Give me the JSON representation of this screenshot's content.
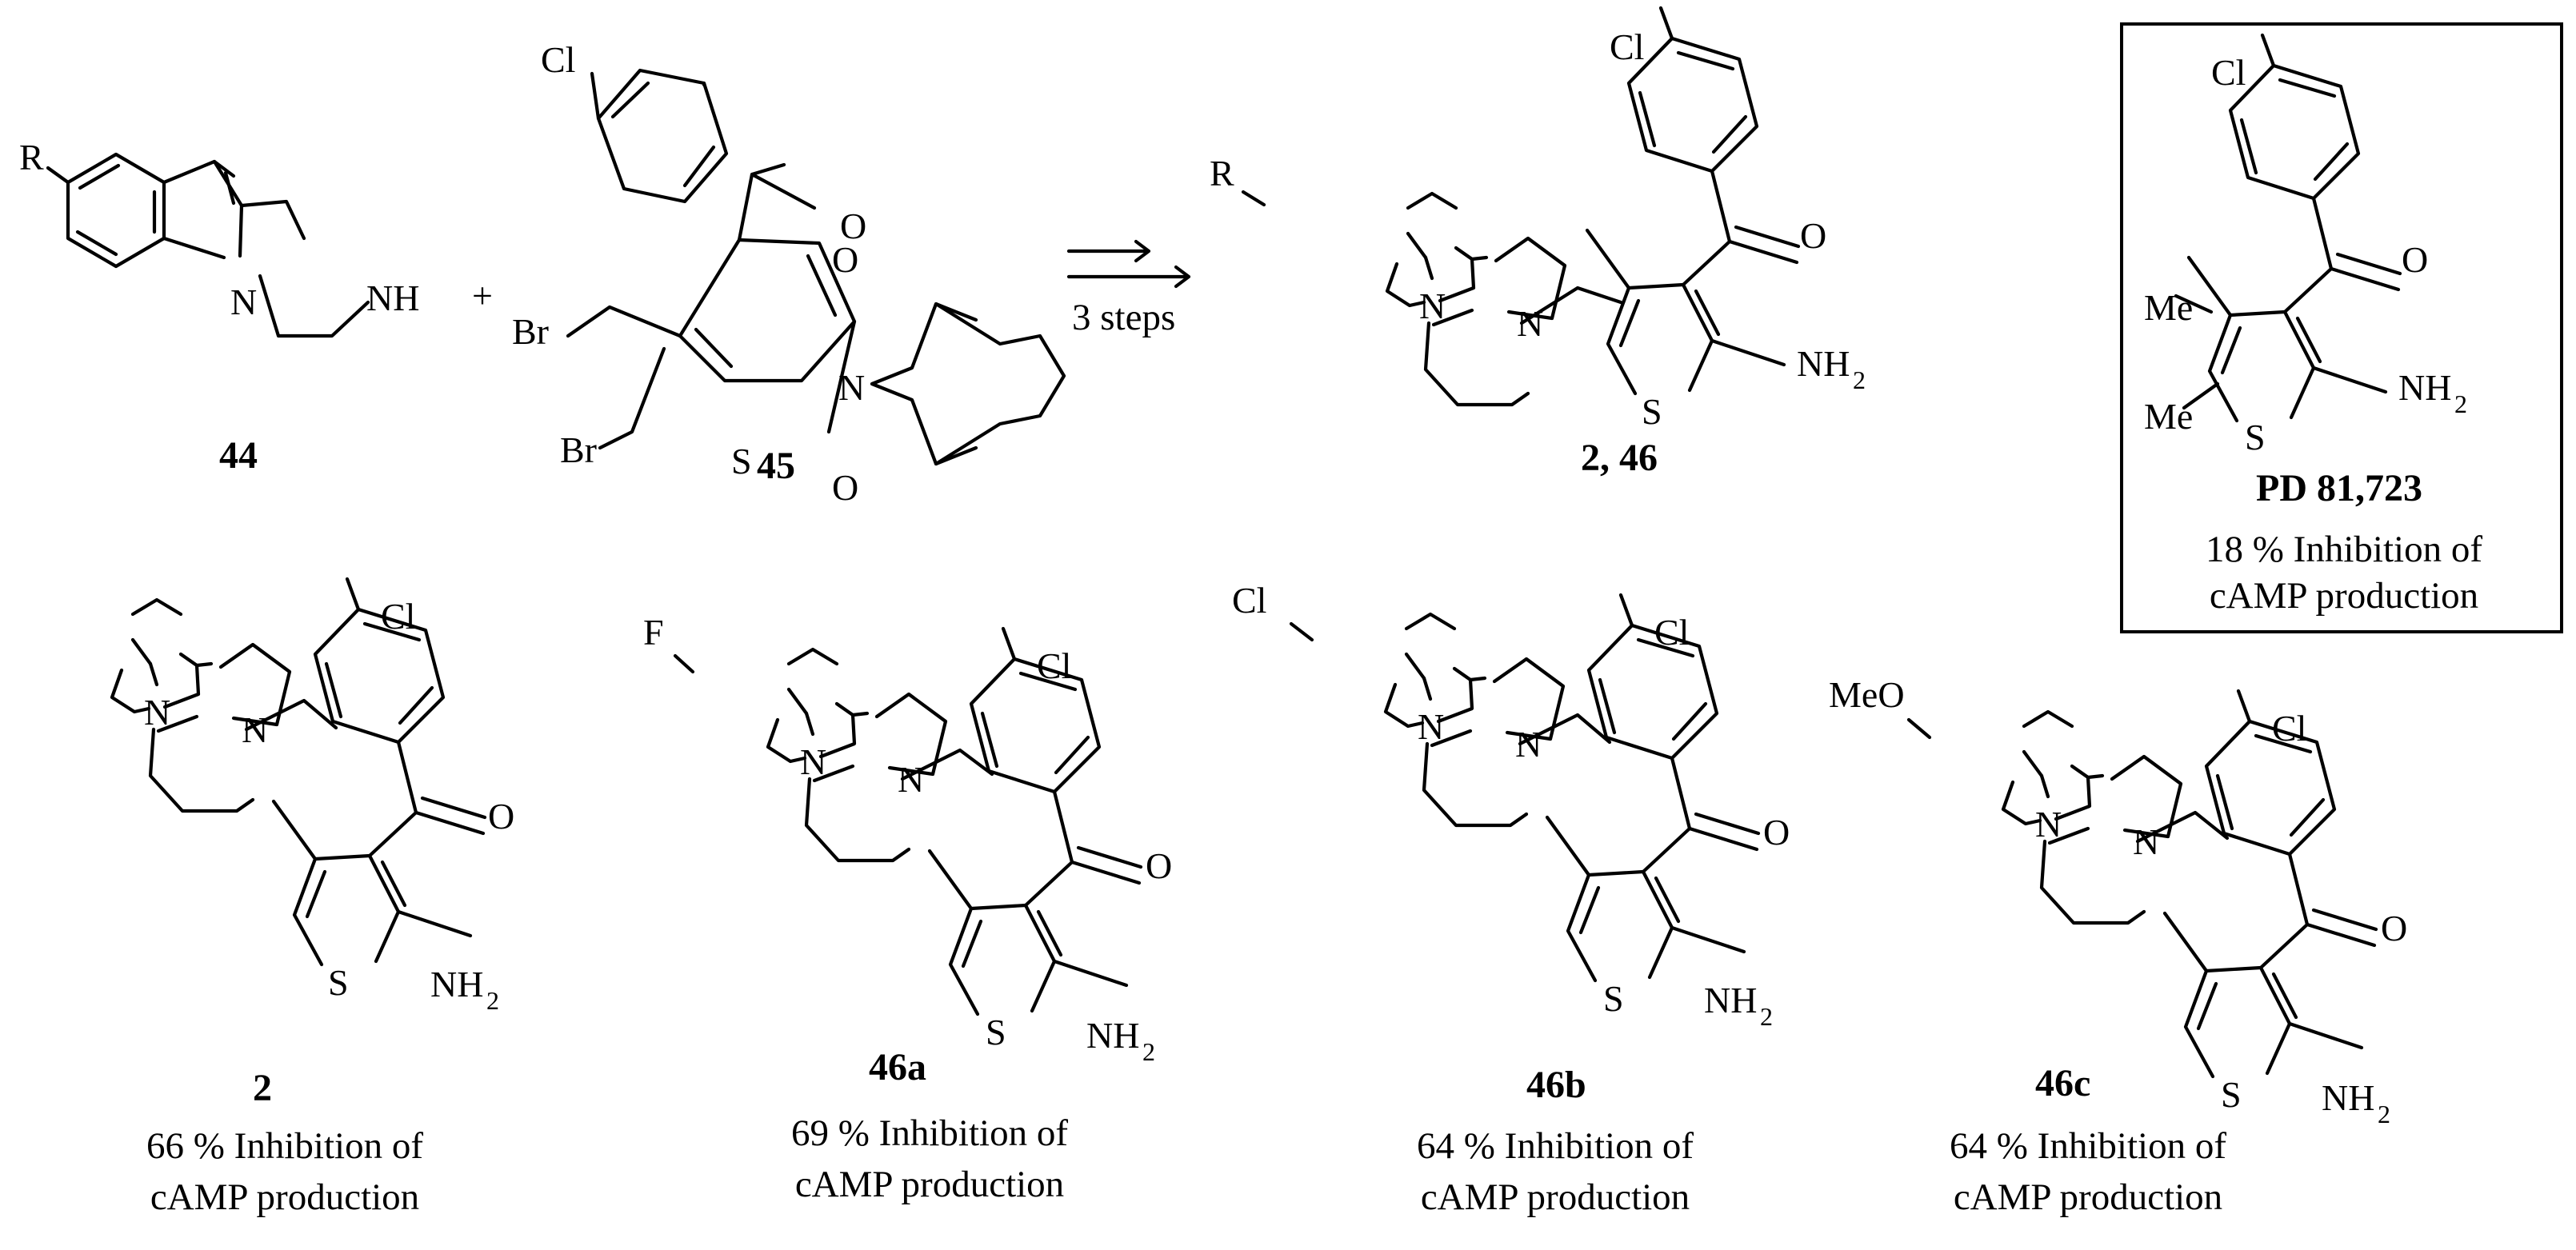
{
  "labels": {
    "c44": "44",
    "c45": "45",
    "c2_46": "2, 46",
    "c2": "2",
    "c46a": "46a",
    "c46b": "46b",
    "c46c": "46c",
    "pd": "PD 81,723"
  },
  "scheme": {
    "plus": "+",
    "arrow_text": "3 steps"
  },
  "substituents": {
    "r": "R",
    "f": "F",
    "cl": "Cl",
    "meo": "MeO",
    "br": "Br",
    "me": "Me"
  },
  "atoms": {
    "n": "N",
    "nh": "NH",
    "s": "S",
    "o": "O",
    "nh2": "NH",
    "h2_sub": "2"
  },
  "captions": {
    "pd": [
      "18 % Inhibition of",
      "cAMP production"
    ],
    "c2": [
      "66 % Inhibition of",
      "cAMP production"
    ],
    "c46a": [
      "69 % Inhibition of",
      "cAMP production"
    ],
    "c46b": [
      "64 % Inhibition of",
      "cAMP production"
    ],
    "c46c": [
      "64 % Inhibition of",
      "cAMP production"
    ]
  }
}
